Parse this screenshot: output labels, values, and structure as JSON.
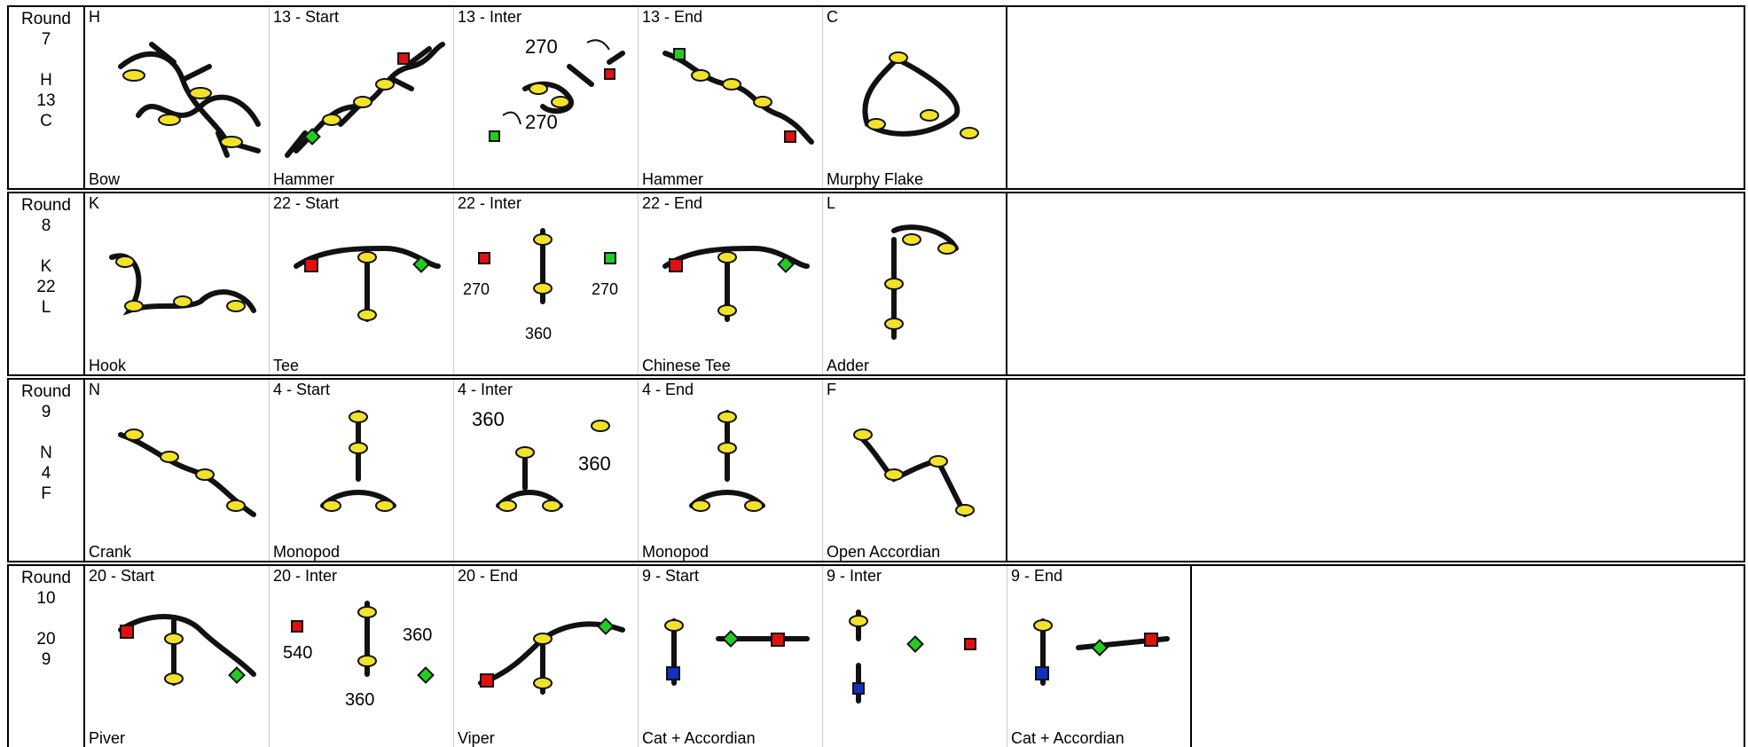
{
  "rows": [
    {
      "round": {
        "label": "Round",
        "num": "7",
        "seq": [
          "H",
          "13",
          "C"
        ]
      },
      "cells": [
        {
          "title": "H",
          "caption": "Bow"
        },
        {
          "title": "13 - Start",
          "caption": "Hammer"
        },
        {
          "title": "13 - Inter",
          "caption": "",
          "notes": [
            "270",
            "270"
          ]
        },
        {
          "title": "13 - End",
          "caption": "Hammer"
        },
        {
          "title": "C",
          "caption": "Murphy Flake"
        }
      ]
    },
    {
      "round": {
        "label": "Round",
        "num": "8",
        "seq": [
          "K",
          "22",
          "L"
        ]
      },
      "cells": [
        {
          "title": "K",
          "caption": "Hook"
        },
        {
          "title": "22 - Start",
          "caption": "Tee"
        },
        {
          "title": "22 - Inter",
          "caption": "",
          "notes": [
            "270",
            "360",
            "270"
          ]
        },
        {
          "title": "22 - End",
          "caption": "Chinese Tee"
        },
        {
          "title": "L",
          "caption": "Adder"
        }
      ]
    },
    {
      "round": {
        "label": "Round",
        "num": "9",
        "seq": [
          "N",
          "4",
          "F"
        ]
      },
      "cells": [
        {
          "title": "N",
          "caption": "Crank"
        },
        {
          "title": "4 - Start",
          "caption": "Monopod"
        },
        {
          "title": "4 - Inter",
          "caption": "",
          "notes": [
            "360",
            "360"
          ]
        },
        {
          "title": "4 - End",
          "caption": "Monopod"
        },
        {
          "title": "F",
          "caption": "Open Accordian"
        }
      ]
    },
    {
      "round": {
        "label": "Round",
        "num": "10",
        "seq": [
          "20",
          "9"
        ]
      },
      "cells": [
        {
          "title": "20 - Start",
          "caption": "Piver"
        },
        {
          "title": "20 - Inter",
          "caption": "",
          "notes": [
            "540",
            "360",
            "360"
          ]
        },
        {
          "title": "20 - End",
          "caption": "Viper"
        },
        {
          "title": "9 - Start",
          "caption": "Cat + Accordian"
        },
        {
          "title": "9 - Inter",
          "caption": ""
        },
        {
          "title": "9 - End",
          "caption": "Cat + Accordian"
        }
      ]
    }
  ],
  "colors": {
    "jumper": "#111111",
    "body_default": "#f3e22a",
    "body_red": "#e01010",
    "body_green": "#22cc22",
    "body_blue": "#1030c0"
  }
}
